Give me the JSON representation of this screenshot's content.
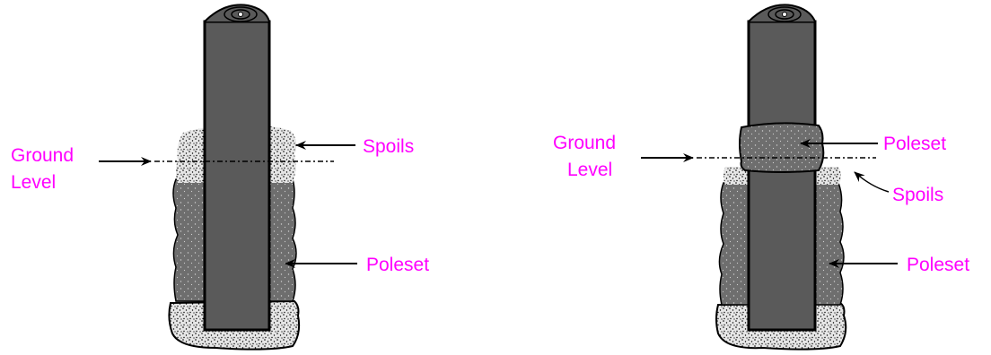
{
  "colors": {
    "label": "#ff00ff",
    "pole": "#5a5a5a",
    "poleset": "#6e6e6e",
    "spoils": "#e6e6e6",
    "outline": "#000000"
  },
  "left_diagram": {
    "ground_level_line1": "Ground",
    "ground_level_line2": "Level",
    "spoils": "Spoils",
    "poleset": "Poleset"
  },
  "right_diagram": {
    "ground_level_line1": "Ground",
    "ground_level_line2": "Level",
    "poleset_top": "Poleset",
    "spoils": "Spoils",
    "poleset_bottom": "Poleset"
  }
}
